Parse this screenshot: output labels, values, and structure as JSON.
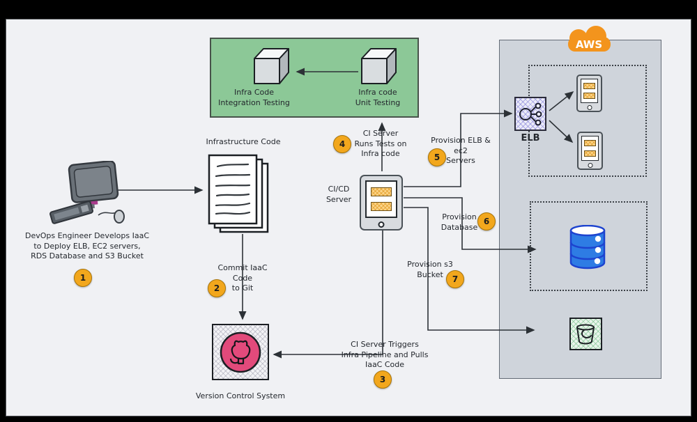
{
  "testing_box": {
    "integration": "Infra Code\nIntegration Testing",
    "unit": "Infra code\nUnit Testing"
  },
  "labels": {
    "devops": "DevOps Engineer Develops IaaC\nto Deploy ELB, EC2 servers,\nRDS Database and S3 Bucket",
    "infrastructure_code": "Infrastructure Code",
    "cicd_server": "CI/CD\nServer",
    "version_control": "Version Control System",
    "elb": "ELB",
    "aws": "AWS"
  },
  "steps": {
    "s1": {
      "num": "1"
    },
    "s2": {
      "num": "2",
      "label": "Commit IaaC Code\nto Git"
    },
    "s3": {
      "num": "3",
      "label": "CI Server Triggers\nInfra Pipeline and Pulls\nIaaC Code"
    },
    "s4": {
      "num": "4",
      "label": "CI Server\nRuns Tests on\nInfra code"
    },
    "s5": {
      "num": "5",
      "label": "Provision ELB &\nec2\nServers"
    },
    "s6": {
      "num": "6",
      "label": "Provision\nDatabase"
    },
    "s7": {
      "num": "7",
      "label": "Provision s3\nBucket"
    }
  },
  "colors": {
    "badge_orange": "#f2a71d",
    "testing_green": "#8cc897",
    "aws_panel_gray": "#cfd4db",
    "aws_cloud_orange": "#f3941d",
    "github_pink": "#e24a7b",
    "database_blue": "#2e7ce4",
    "server_bar_orange": "#fbd488",
    "elb_lavender": "#b9b7e6"
  }
}
